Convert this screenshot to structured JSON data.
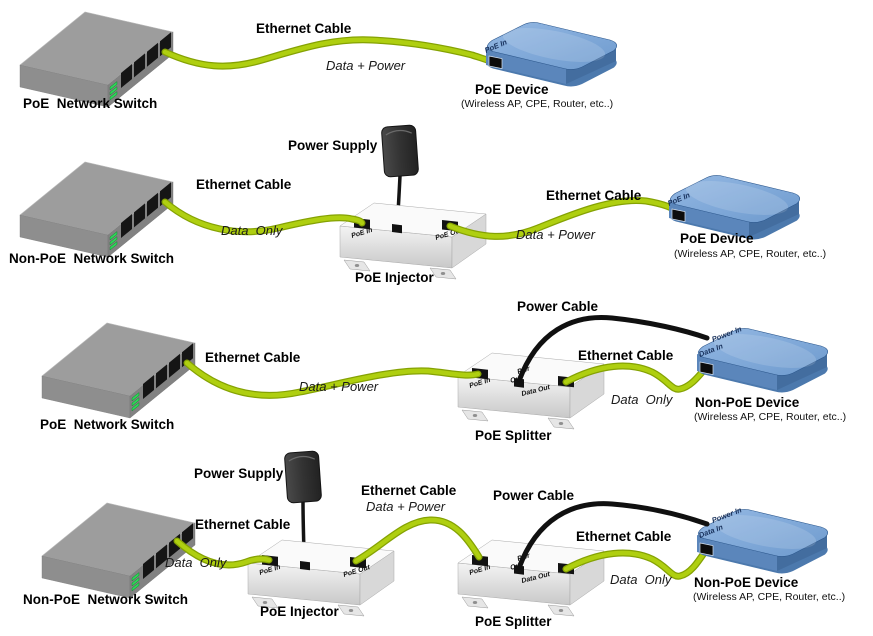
{
  "colors": {
    "cable_green": "#A6C50B",
    "cable_black": "#101010",
    "device_blue": "#7FA8D8",
    "box_white": "#F2F2F2",
    "switch_gray": "#9A9A9A",
    "led_green": "#2FD457"
  },
  "rows": [
    {
      "switch_label": "PoE  Network Switch",
      "cable1_label": "Ethernet Cable",
      "cable1_sub": "Data + Power",
      "device_label": "PoE Device",
      "device_sub": "(Wireless AP, CPE, Router, etc..)",
      "device_port": "PoE In"
    },
    {
      "power_supply_label": "Power Supply",
      "switch_label": "Non-PoE  Network Switch",
      "cable1_label": "Ethernet Cable",
      "cable1_sub": "Data  Only",
      "injector_label": "PoE Injector",
      "injector_port_in": "PoE In",
      "injector_port_out": "PoE Out",
      "cable2_label": "Ethernet Cable",
      "cable2_sub": "Data + Power",
      "device_label": "PoE Device",
      "device_sub": "(Wireless AP, CPE, Router, etc..)",
      "device_port": "PoE In"
    },
    {
      "switch_label": "PoE  Network Switch",
      "cable1_label": "Ethernet Cable",
      "cable1_sub": "Data + Power",
      "splitter_label": "PoE Splitter",
      "splitter_port_in": "PoE In",
      "splitter_port_pwr1": "Pwr",
      "splitter_port_pwr2": "Out",
      "splitter_port_data": "Data Out",
      "power_cable_label": "Power Cable",
      "cable2_label": "Ethernet Cable",
      "cable2_sub": "Data  Only",
      "device_label": "Non-PoE Device",
      "device_sub": "(Wireless AP, CPE, Router, etc..)",
      "device_port_power": "Power In",
      "device_port_data": "Data In"
    },
    {
      "power_supply_label": "Power Supply",
      "switch_label": "Non-PoE  Network Switch",
      "cable1_label": "Ethernet Cable",
      "cable1_sub": "Data  Only",
      "injector_label": "PoE Injector",
      "injector_port_in": "PoE In",
      "injector_port_out": "PoE Out",
      "cable2_label": "Ethernet Cable",
      "cable2_sub": "Data + Power",
      "splitter_label": "PoE Splitter",
      "splitter_port_in": "PoE In",
      "splitter_port_pwr1": "Pwr",
      "splitter_port_pwr2": "Out",
      "splitter_port_data": "Data Out",
      "power_cable_label": "Power Cable",
      "cable3_label": "Ethernet Cable",
      "cable3_sub": "Data  Only",
      "device_label": "Non-PoE Device",
      "device_sub": "(Wireless AP, CPE, Router, etc..)",
      "device_port_power": "Power In",
      "device_port_data": "Data In"
    }
  ]
}
